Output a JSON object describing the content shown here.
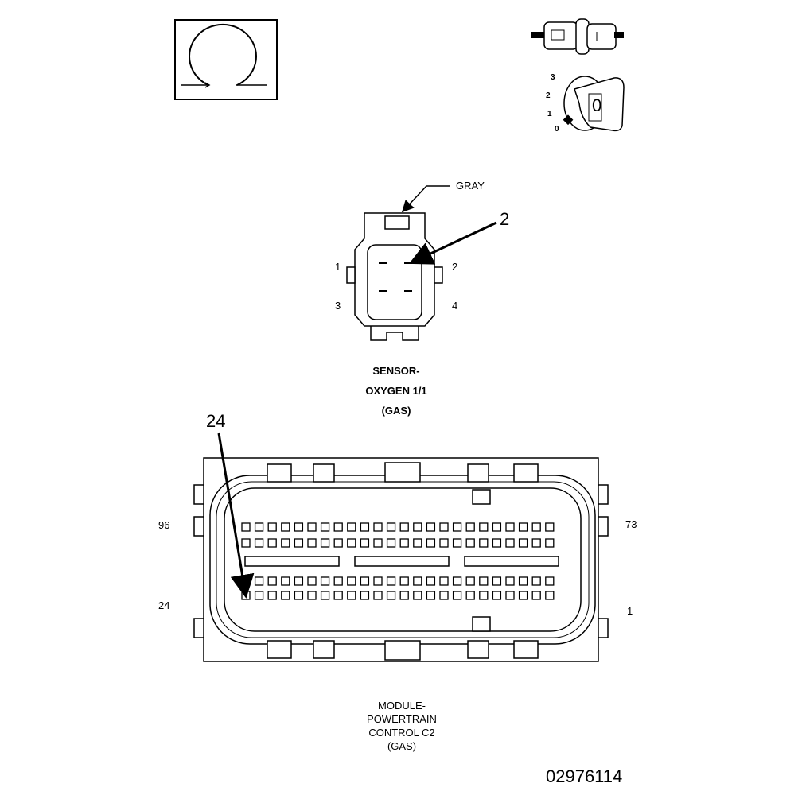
{
  "icons": {
    "ohmmeter": "ohm-symbol-icon",
    "connector_probe": "probe-connector-icon",
    "ignition_key": "ignition-key-icon"
  },
  "ignition": {
    "positions": [
      "3",
      "2",
      "1",
      "0"
    ],
    "key_label": "0"
  },
  "sensor_connector": {
    "color_label": "GRAY",
    "callout": "2",
    "pins": {
      "p1": "1",
      "p2": "2",
      "p3": "3",
      "p4": "4"
    },
    "caption": [
      "SENSOR-",
      "OXYGEN 1/1",
      "(GAS)"
    ]
  },
  "pcm_connector": {
    "callout": "24",
    "pin_labels": {
      "top_left": "96",
      "top_right": "73",
      "bottom_left": "24",
      "bottom_right": "1"
    },
    "caption": [
      "MODULE-",
      "POWERTRAIN",
      "CONTROL C2",
      "(GAS)"
    ]
  },
  "figure_id": "02976114"
}
